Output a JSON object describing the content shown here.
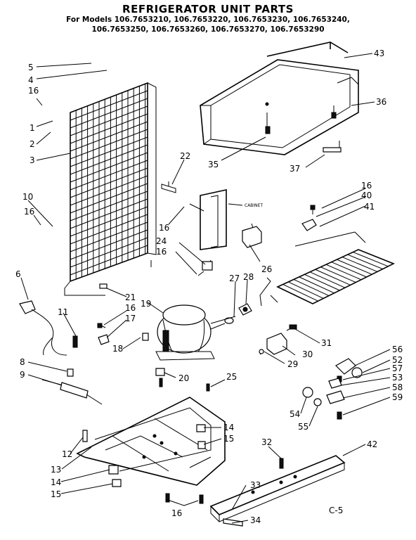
{
  "title": "REFRIGERATOR UNIT PARTS",
  "models_line_1": "For Models 106.7653210, 106.7653220, 106.7653230, 106.7653240,",
  "models_line_2": "106.7653250, 106.7653260, 106.7653270, 106.7653290",
  "cabinet_label": "CABINET",
  "page_code": "C-5",
  "callouts": {
    "c5": "5",
    "c4": "4",
    "c16a": "16",
    "c1": "1",
    "c2": "2",
    "c3": "3",
    "c43": "43",
    "c36": "36",
    "c35": "35",
    "c37": "37",
    "c22": "22",
    "c10": "10",
    "c16b": "16",
    "c16c": "16",
    "c24": "24",
    "c16d": "16",
    "c16e": "16",
    "c40": "40",
    "c41": "41",
    "c26": "26",
    "c6": "6",
    "c21": "21",
    "c16f": "16",
    "c17": "17",
    "c19": "19",
    "c27": "27",
    "c28": "28",
    "c11": "11",
    "c18": "18",
    "c31": "31",
    "c30": "30",
    "c29": "29",
    "c8": "8",
    "c9": "9",
    "c20": "20",
    "c56": "56",
    "c52": "52",
    "c57": "57",
    "c53": "53",
    "c58": "58",
    "c59": "59",
    "c25": "25",
    "c54": "54",
    "c55": "55",
    "c14a": "14",
    "c15a": "15",
    "c32": "32",
    "c42": "42",
    "c12": "12",
    "c13": "13",
    "c14b": "14",
    "c15b": "15",
    "c33": "33",
    "c16g": "16",
    "c34": "34"
  }
}
